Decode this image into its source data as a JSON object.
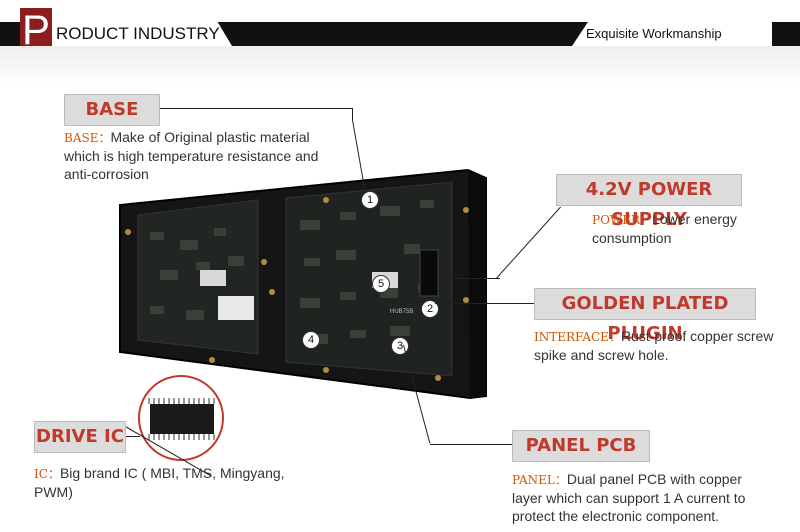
{
  "header": {
    "logo_letter": "P",
    "title": "RODUCT INDUSTRY",
    "subtitle": "Exquisite Workmanship"
  },
  "callouts": {
    "base": {
      "label": "BASE",
      "key": "BASE：",
      "text": "Make of Original plastic material which is high temperature resistance and anti-corrosion"
    },
    "power": {
      "label": "4.2V POWER SUPPLY",
      "key": "POWER：",
      "text": "Lower energy consumption"
    },
    "plugin": {
      "label": "GOLDEN PLATED PLUGIN",
      "key": "INTERFACE：",
      "text": "Rust-proof copper screw spike and screw hole."
    },
    "ic": {
      "label": "DRIVE IC",
      "key": "IC：",
      "text": "Big brand IC ( MBI, TMS, Mingyang, PWM)"
    },
    "pcb": {
      "label": "PANEL PCB",
      "key": "PANEL：",
      "text": "Dual panel PCB with copper layer which can support 1 A current to protect the electronic component."
    }
  },
  "markers": [
    "1",
    "2",
    "3",
    "4",
    "5"
  ],
  "board_label": "HUB75B",
  "colors": {
    "accent": "#8d1c1c",
    "label_text": "#c0392b",
    "key_text": "#d35400"
  }
}
